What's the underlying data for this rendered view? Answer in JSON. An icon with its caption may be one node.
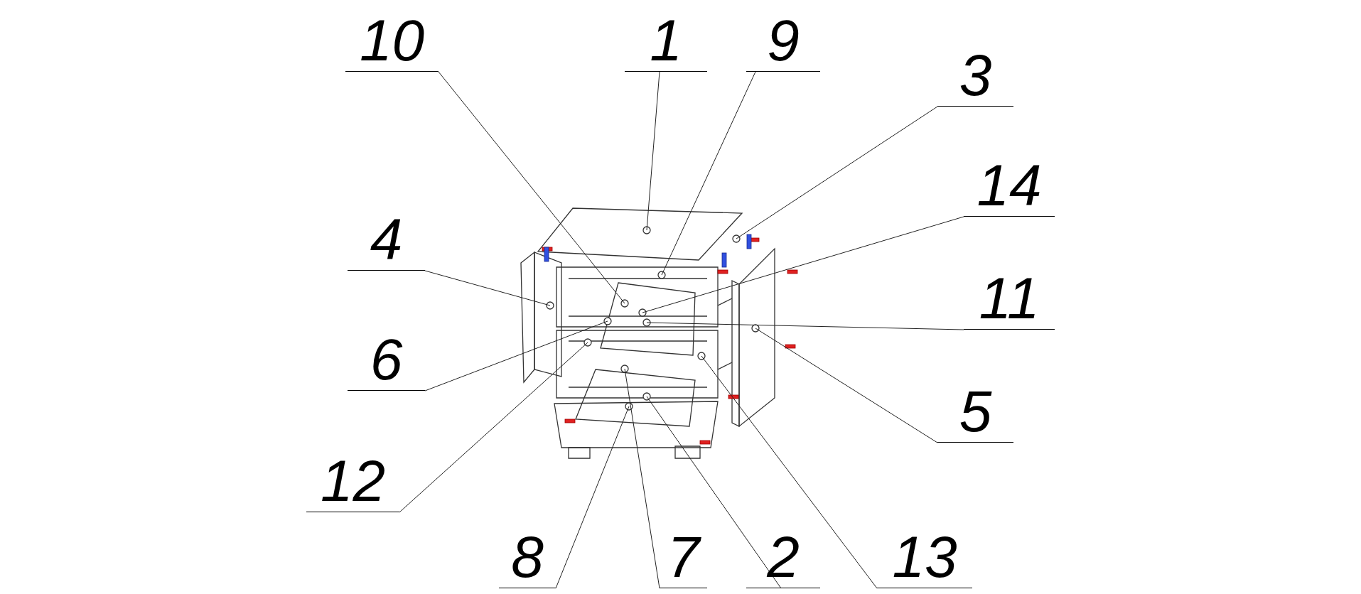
{
  "diagram": {
    "nodes": [
      {
        "text": [
          "10"
        ]
      },
      {
        "text": [
          "1"
        ]
      },
      {
        "text": [
          "9"
        ]
      },
      {
        "text": [
          "3"
        ]
      },
      {
        "text": [
          "14"
        ]
      },
      {
        "text": [
          "4"
        ]
      },
      {
        "text": [
          "11"
        ]
      },
      {
        "text": [
          "6"
        ]
      },
      {
        "text": [
          "5"
        ]
      },
      {
        "text": [
          "12"
        ]
      },
      {
        "text": [
          "8"
        ]
      },
      {
        "text": [
          "7"
        ]
      },
      {
        "text": [
          "2"
        ]
      },
      {
        "text": [
          "13"
        ]
      }
    ],
    "edges": [
      {
        "from": 0,
        "to": null,
        "arrow": "none"
      },
      {
        "from": 1,
        "to": null,
        "arrow": "none"
      },
      {
        "from": 2,
        "to": null,
        "arrow": "none"
      },
      {
        "from": 3,
        "to": null,
        "arrow": "none"
      },
      {
        "from": 4,
        "to": null,
        "arrow": "none"
      },
      {
        "from": 5,
        "to": null,
        "arrow": "none"
      },
      {
        "from": 6,
        "to": null,
        "arrow": "none"
      },
      {
        "from": 7,
        "to": null,
        "arrow": "none"
      },
      {
        "from": 8,
        "to": null,
        "arrow": "none"
      },
      {
        "from": 9,
        "to": null,
        "arrow": "none"
      },
      {
        "from": 10,
        "to": null,
        "arrow": "none"
      },
      {
        "from": 11,
        "to": null,
        "arrow": "none"
      },
      {
        "from": 12,
        "to": null,
        "arrow": "none"
      },
      {
        "from": 13,
        "to": null,
        "arrow": "none"
      }
    ]
  }
}
